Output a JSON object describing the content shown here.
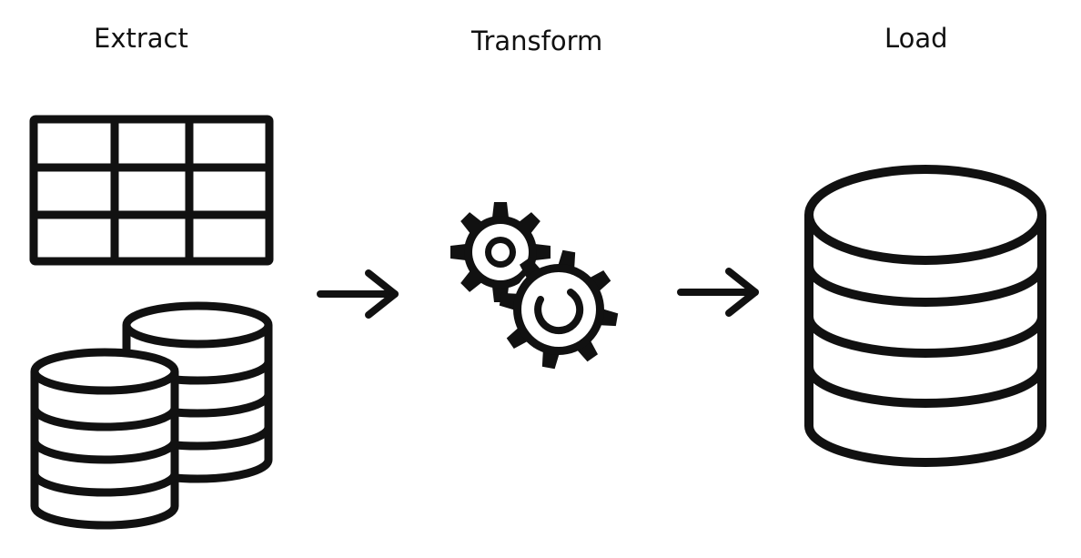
{
  "stages": {
    "extract": {
      "label": "Extract"
    },
    "transform": {
      "label": "Transform"
    },
    "load": {
      "label": "Load"
    }
  },
  "icons": {
    "extract": [
      "table-grid-icon",
      "database-stack-icon"
    ],
    "transform": "gears-icon",
    "load": "database-icon",
    "connectors": [
      "arrow-right-icon",
      "arrow-right-icon"
    ]
  },
  "colors": {
    "stroke": "#111111",
    "background": "#ffffff"
  }
}
